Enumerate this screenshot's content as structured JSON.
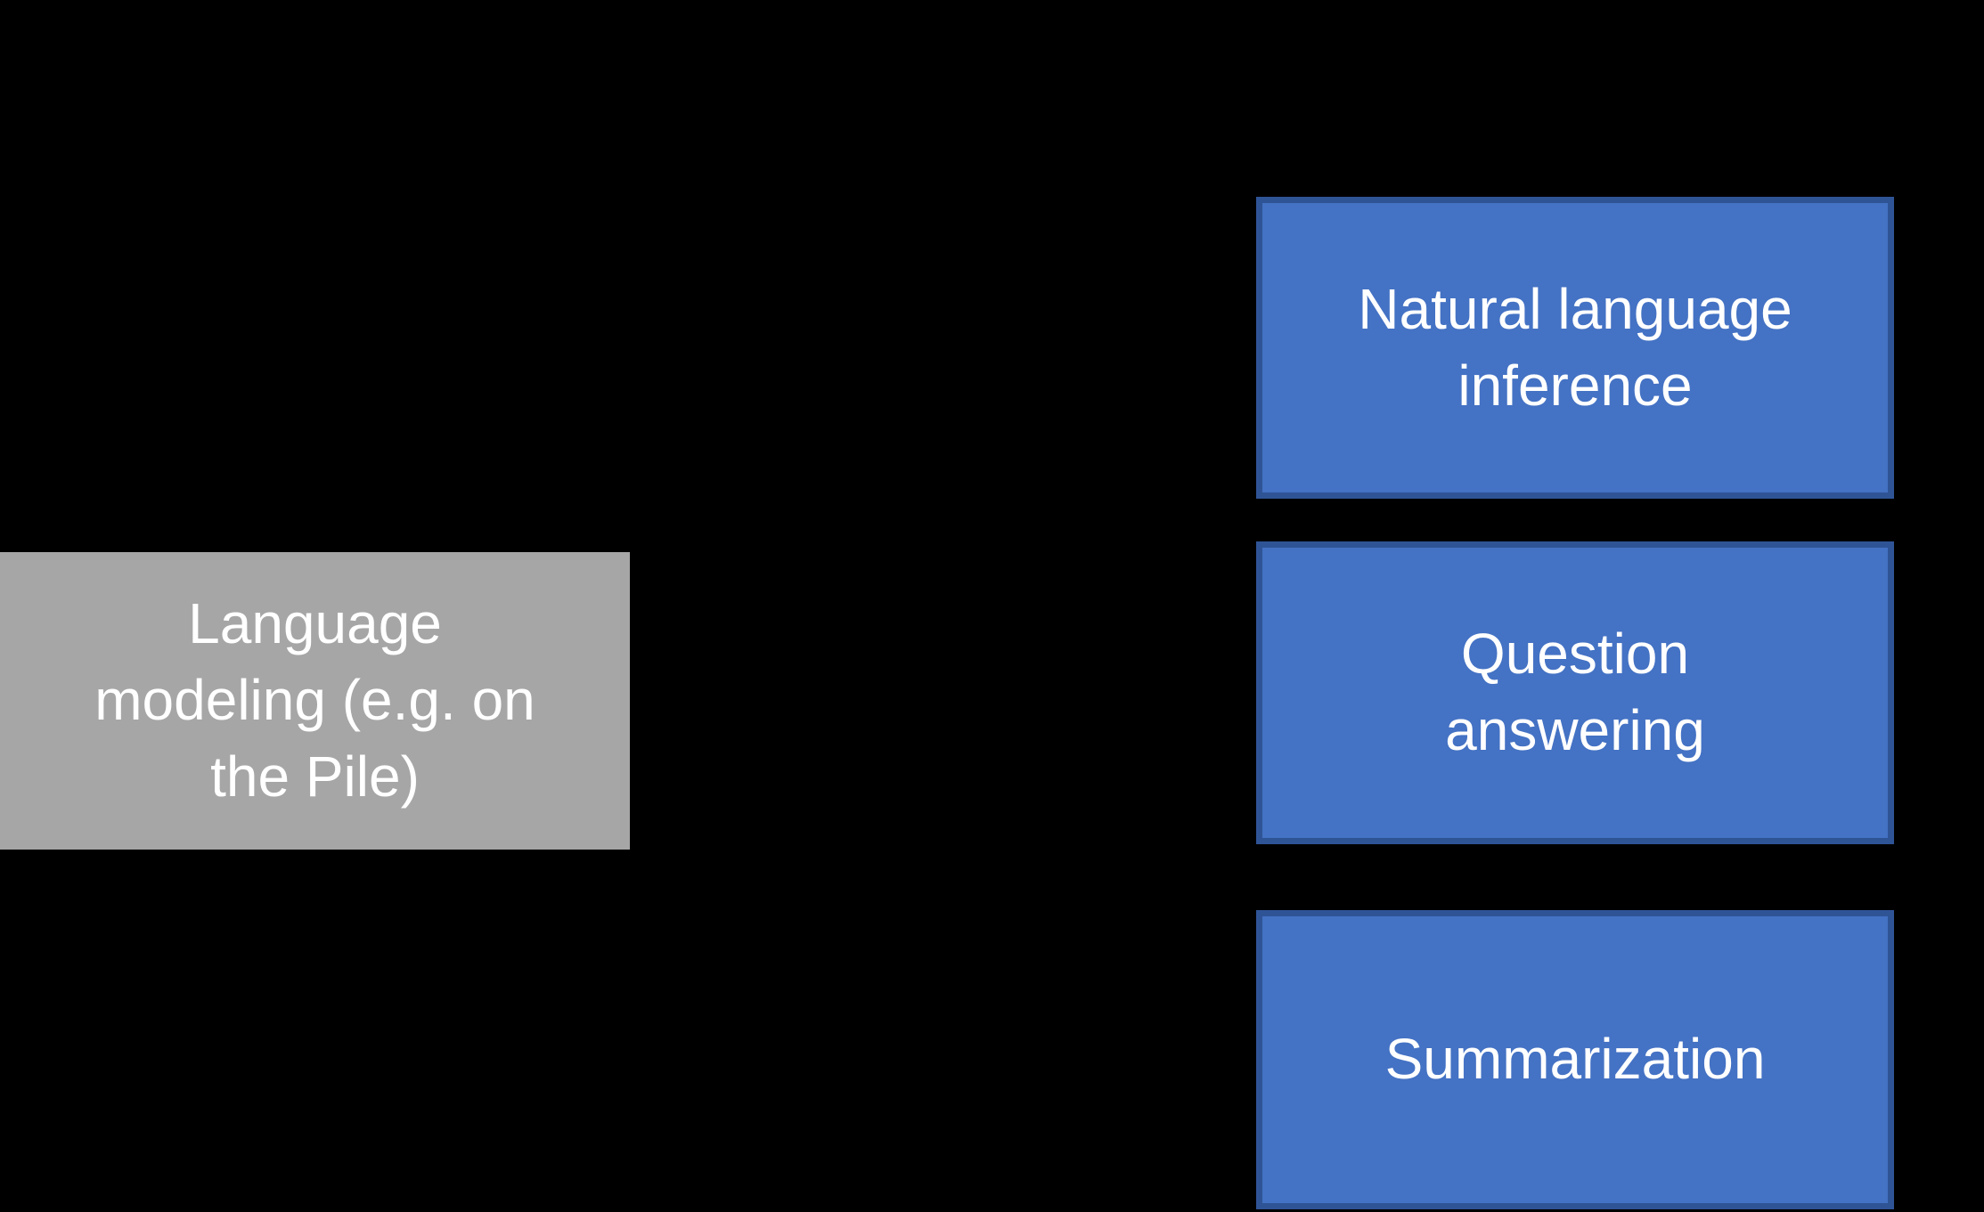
{
  "diagram": {
    "background_color": "#000000",
    "text_color": "#FFFFFF",
    "source_node": {
      "label": "Language modeling (e.g. on the Pile)",
      "lines": [
        "Language",
        "modeling (e.g. on",
        "the Pile)"
      ],
      "fill_color": "#A6A6A6"
    },
    "task_nodes": [
      {
        "label": "Natural language inference",
        "lines": [
          "Natural language",
          "inference"
        ],
        "fill_color": "#4472C4",
        "border_color": "#2F5496"
      },
      {
        "label": "Question answering",
        "lines": [
          "Question",
          "answering"
        ],
        "fill_color": "#4472C4",
        "border_color": "#2F5496"
      },
      {
        "label": "Summarization",
        "lines": [
          "Summarization"
        ],
        "fill_color": "#4472C4",
        "border_color": "#2F5496"
      }
    ]
  }
}
